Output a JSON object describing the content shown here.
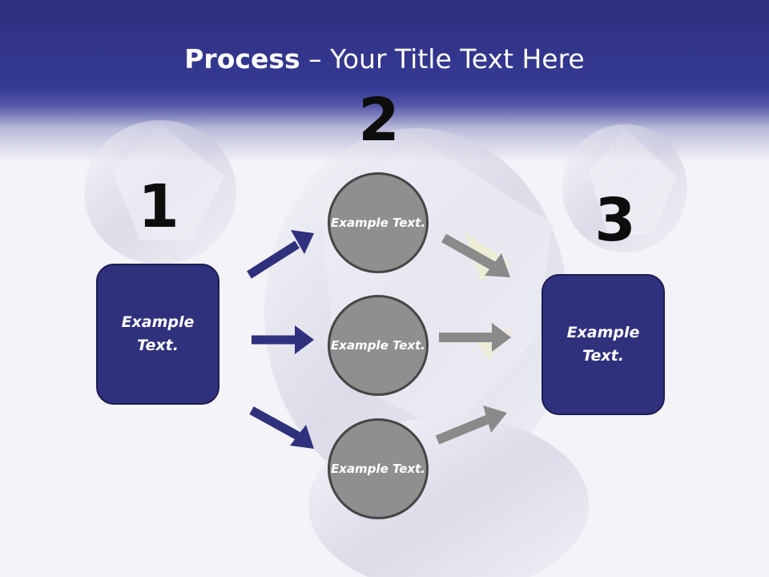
{
  "title": {
    "bold": "Process",
    "rest": " – Your Title Text Here"
  },
  "steps": [
    {
      "number": "1",
      "text": "Example Text."
    },
    {
      "number": "2"
    },
    {
      "number": "3",
      "text": "Example Text."
    }
  ],
  "circles": [
    {
      "text": "Example Text."
    },
    {
      "text": "Example Text."
    },
    {
      "text": "Example Text."
    }
  ],
  "colors": {
    "header": "#363a94",
    "box_fill": "#2f317d",
    "circle_fill": "#8f8f8f",
    "circle_border": "#454545",
    "arrow_blue": "#2f317d",
    "arrow_gray": "#8a8a8a"
  }
}
